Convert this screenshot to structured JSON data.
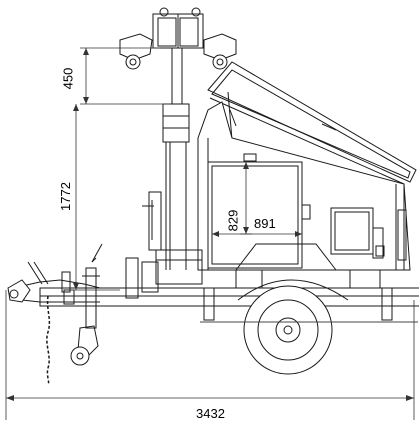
{
  "dimensions": {
    "mast_top_height": "450",
    "mast_height": "1772",
    "door_height": "829",
    "door_width": "891",
    "overall_length": "3432"
  },
  "colors": {
    "line": "#1a1a1a",
    "background": "#ffffff"
  }
}
